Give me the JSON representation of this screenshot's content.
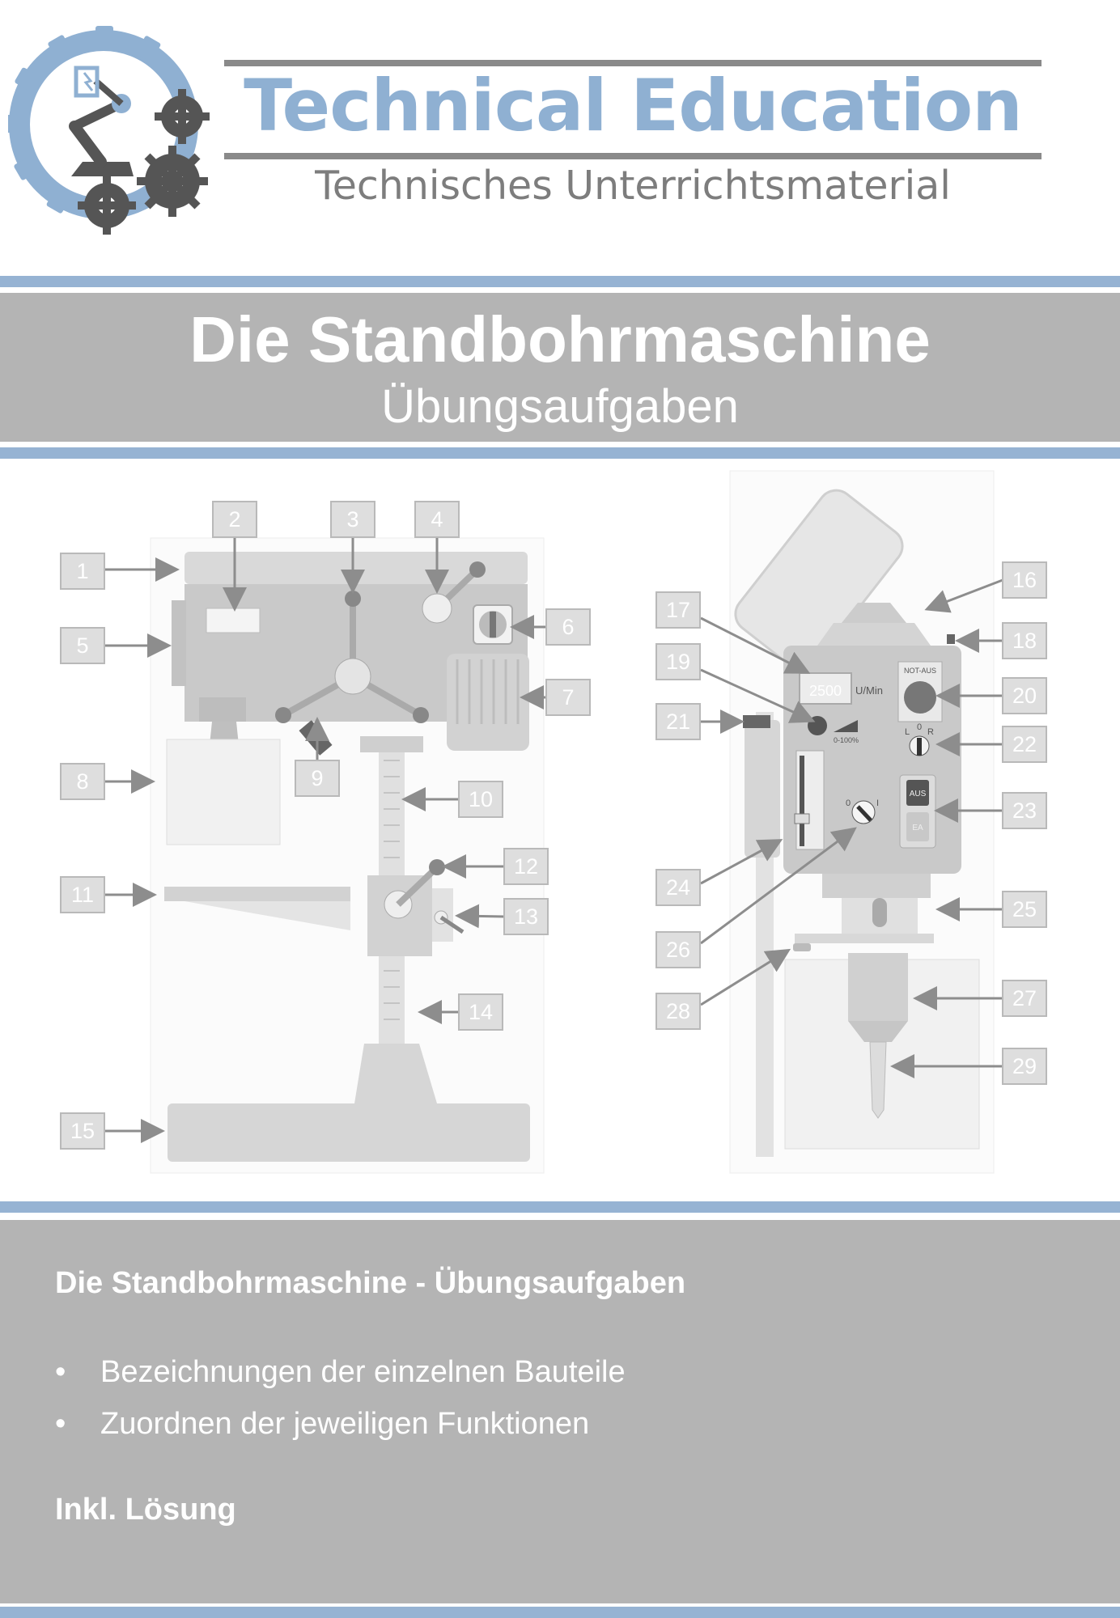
{
  "header": {
    "brand_title": "Technical Education",
    "brand_subtitle": "Technisches Unterrichtsmaterial"
  },
  "title_band": {
    "title": "Die Standbohrmaschine",
    "subtitle": "Übungsaufgaben"
  },
  "figure": {
    "labels": [
      "1",
      "2",
      "3",
      "4",
      "5",
      "6",
      "7",
      "8",
      "9",
      "10",
      "11",
      "12",
      "13",
      "14",
      "15",
      "16",
      "17",
      "18",
      "19",
      "20",
      "21",
      "22",
      "23",
      "24",
      "25",
      "26",
      "27",
      "28",
      "29"
    ],
    "panel": {
      "display_value": "2500",
      "display_unit": "U/Min",
      "speed_range": "0-100%",
      "estop_label": "NOT-AUS",
      "dir_left": "L",
      "dir_zero": "0",
      "dir_right": "R",
      "off_label": "AUS",
      "on_label": "EA",
      "sel_zero": "0",
      "sel_one": "I"
    }
  },
  "bottom": {
    "heading": "Die Standbohrmaschine - Übungsaufgaben",
    "bullets": [
      "Bezeichnungen der einzelnen Bauteile",
      "Zuordnen der jeweiligen Funktionen"
    ],
    "note": "Inkl. Lösung"
  },
  "colors": {
    "accent_blue": "#96b3d3",
    "band_gray": "#b4b4b4",
    "text_gray": "#7d7d7d"
  }
}
